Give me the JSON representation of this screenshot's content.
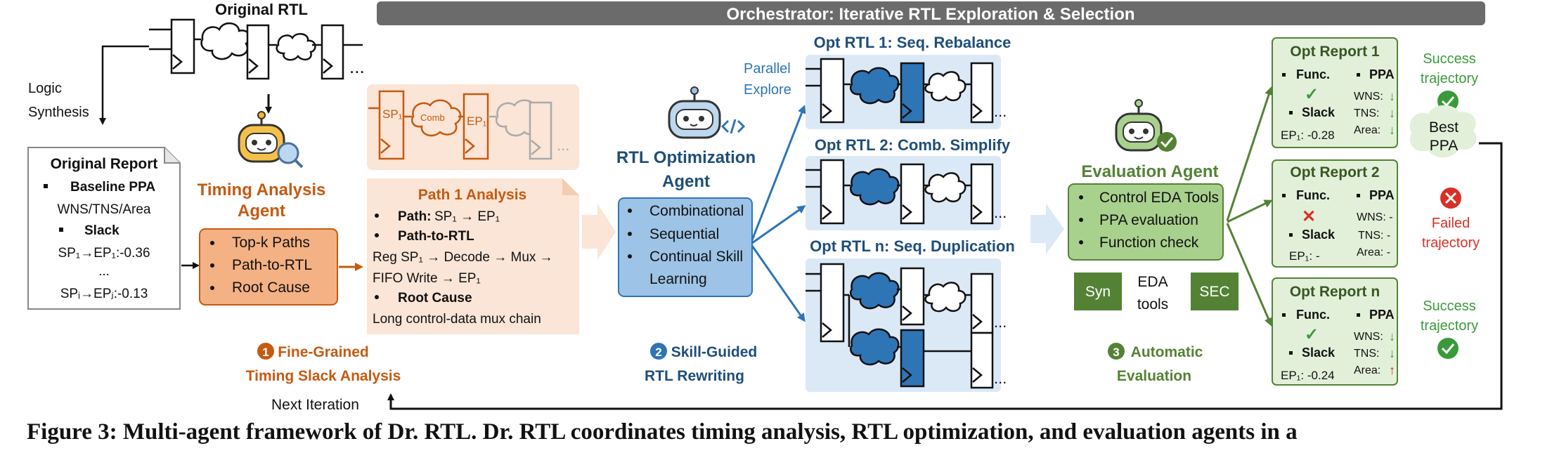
{
  "orchestrator": {
    "title": "Orchestrator: Iterative RTL Exploration & Selection"
  },
  "original_rtl": {
    "title": "Original RTL",
    "ellipsis": "..."
  },
  "logic_synthesis": {
    "line1": "Logic",
    "line2": "Synthesis"
  },
  "original_report": {
    "title": "Original Report",
    "bullet1": "Baseline PPA",
    "metrics": "WNS/TNS/Area",
    "bullet2": "Slack",
    "slack1": "SP₁→EP₁:-0.36",
    "dots": "...",
    "slack2": "SPᵢ→EPⱼ:-0.13"
  },
  "timing_agent": {
    "title_line1": "Timing Analysis",
    "title_line2": "Agent",
    "items": [
      "Top-k Paths",
      "Path-to-RTL",
      "Root Cause"
    ]
  },
  "path_analysis": {
    "title": "Path 1 Analysis",
    "path_label": "Path:",
    "path_value": "SP₁ → EP₁",
    "p2r_label": "Path-to-RTL",
    "p2r_line1": "Reg SP₁ → Decode → Mux →",
    "p2r_line2": "FIFO Write → EP₁",
    "root_label": "Root Cause",
    "root_value": "Long control-data mux chain",
    "sp_label": "SP₁",
    "comb_label": "Comb",
    "ep_label": "EP₁",
    "ellipsis": "..."
  },
  "step1": {
    "num": "1",
    "line1": "Fine-Grained",
    "line2": "Timing Slack Analysis"
  },
  "rtl_agent": {
    "title_line1": "RTL Optimization",
    "title_line2": "Agent",
    "items": [
      "Combinational",
      "Sequential",
      "Continual Skill",
      "Learning"
    ]
  },
  "parallel": {
    "line1": "Parallel",
    "line2": "Explore"
  },
  "opt_rtls": [
    {
      "title": "Opt RTL 1: Seq. Rebalance"
    },
    {
      "title": "Opt RTL 2: Comb. Simplify"
    },
    {
      "title": "Opt RTL n: Seq. Duplication"
    }
  ],
  "step2": {
    "num": "2",
    "line1": "Skill-Guided",
    "line2": "RTL Rewriting"
  },
  "eval_agent": {
    "title": "Evaluation Agent",
    "items": [
      "Control EDA Tools",
      "PPA evaluation",
      "Function check"
    ],
    "syn": "Syn",
    "eda_line1": "EDA",
    "eda_line2": "tools",
    "sec": "SEC"
  },
  "step3": {
    "num": "3",
    "line1": "Automatic",
    "line2": "Evaluation"
  },
  "reports": [
    {
      "title": "Opt Report 1",
      "func": "Func.",
      "func_mark": "✓",
      "slack": "Slack",
      "ep": "EP₁: -0.28",
      "ppa": "PPA",
      "wns": "WNS:",
      "wns_mark": "↓",
      "tns": "TNS:",
      "tns_mark": "↓",
      "area": "Area:",
      "area_mark": "↓"
    },
    {
      "title": "Opt Report 2",
      "func": "Func.",
      "func_mark": "✕",
      "slack": "Slack",
      "ep": "EP₁: -",
      "ppa": "PPA",
      "wns": "WNS: -",
      "wns_mark": "",
      "tns": "TNS: -",
      "tns_mark": "",
      "area": "Area: -",
      "area_mark": ""
    },
    {
      "title": "Opt Report n",
      "func": "Func.",
      "func_mark": "✓",
      "slack": "Slack",
      "ep": "EP₁: -0.24",
      "ppa": "PPA",
      "wns": "WNS:",
      "wns_mark": "↓",
      "tns": "TNS:",
      "tns_mark": "↓",
      "area": "Area:",
      "area_mark": "↑"
    }
  ],
  "outcomes": {
    "success1_line1": "Success",
    "success1_line2": "trajectory",
    "best_line1": "Best",
    "best_line2": "PPA",
    "failed_line1": "Failed",
    "failed_line2": "trajectory",
    "success2_line1": "Success",
    "success2_line2": "trajectory"
  },
  "next_iteration": "Next Iteration",
  "caption": "Figure 3: Multi-agent framework of Dr. RTL. Dr. RTL coordinates timing analysis, RTL optimization, and evaluation agents in a",
  "colors": {
    "orchestrator_bar": "#6b6b6b",
    "timing_orange": "#c55a11",
    "timing_fill": "#f4b183",
    "path_bg": "#fbe5d6",
    "rtl_blue": "#1f4e79",
    "rtl_fill": "#9dc3e6",
    "opt_bg": "#dbe9f7",
    "eval_green": "#548235",
    "eval_fill": "#a9d18e",
    "report_bg": "#e2f0d9",
    "success": "#3a9a3a",
    "failed": "#d93025"
  }
}
